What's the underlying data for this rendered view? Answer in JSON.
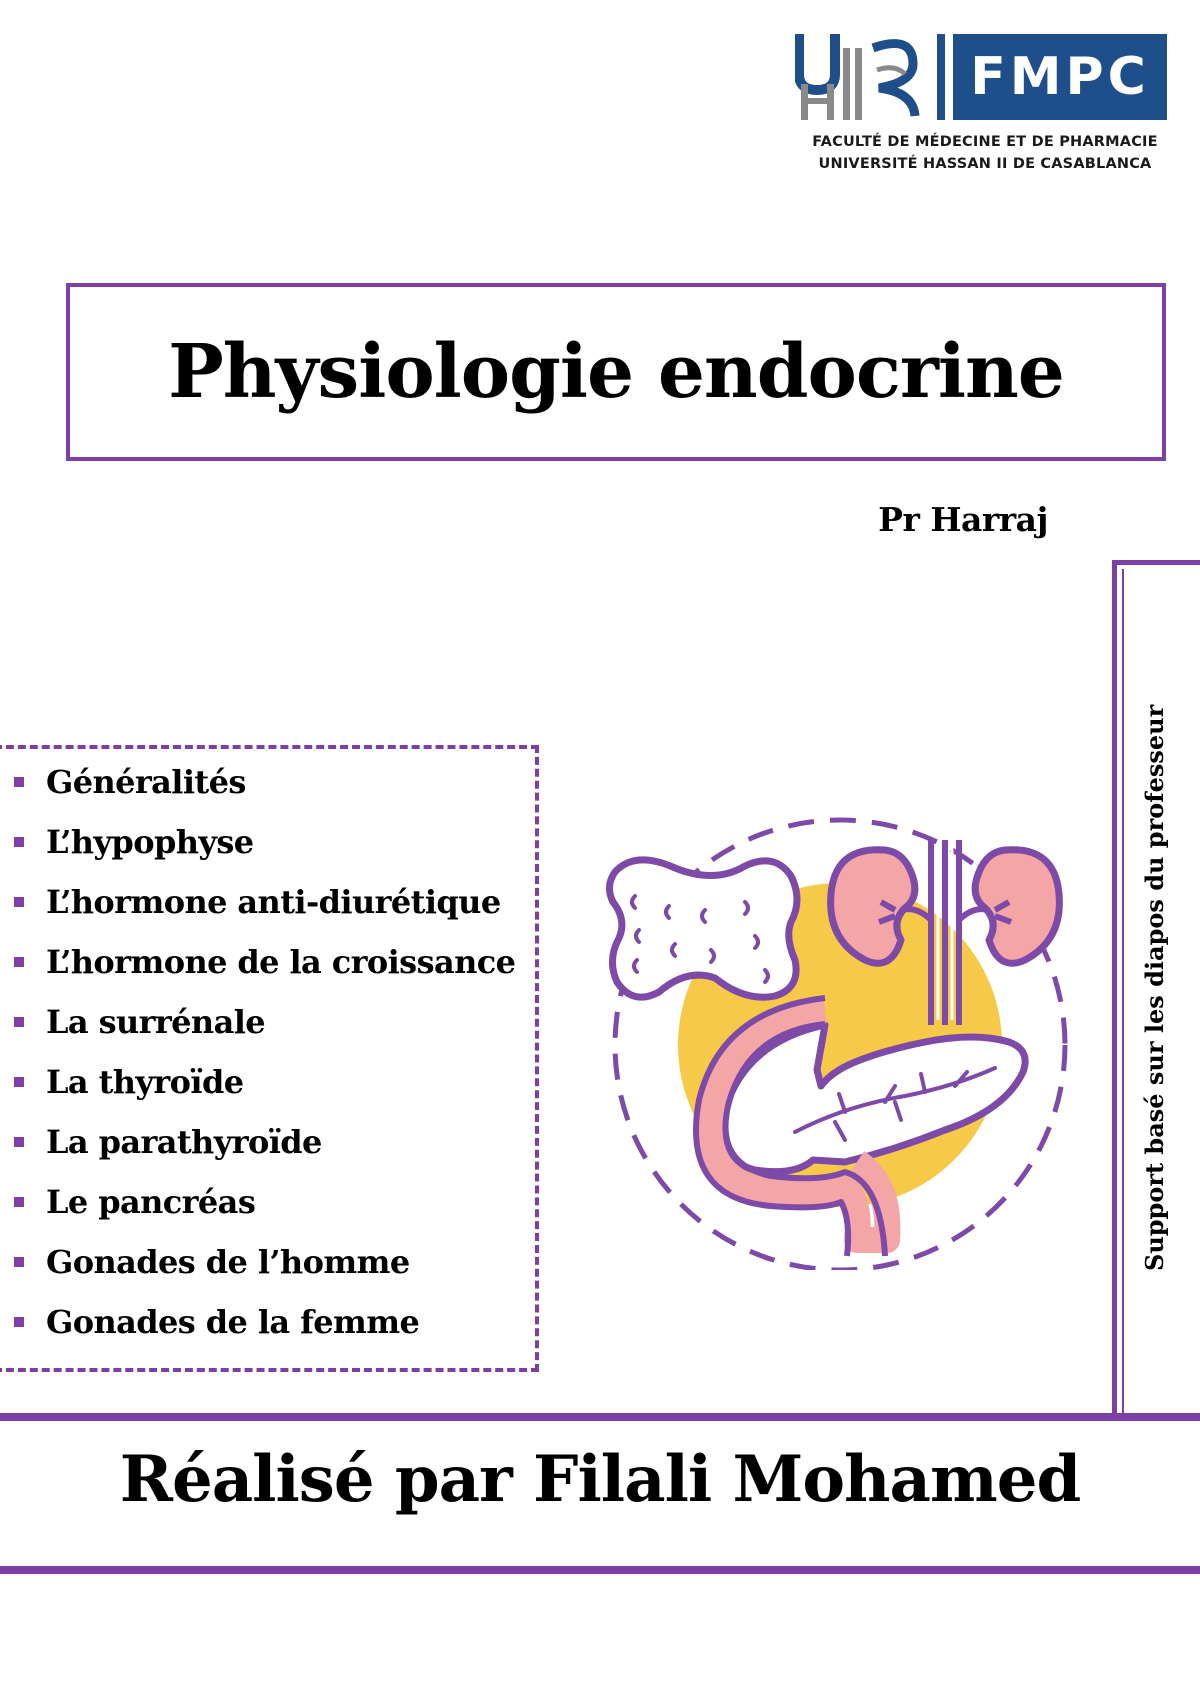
{
  "logo": {
    "brand": "FMPC",
    "faculty_line1": "FACULTÉ DE MÉDECINE ET DE PHARMACIE",
    "faculty_line2": "UNIVERSITÉ HASSAN II DE CASABLANCA"
  },
  "title": "Physiologie endocrine",
  "professor": "Pr Harraj",
  "side_note": "Support basé sur les diapos du professeur",
  "toc": [
    "Généralités",
    "L’hypophyse",
    "L’hormone anti-diurétique",
    "L’hormone de la croissance",
    "La surrénale",
    "La thyroïde",
    "La parathyroïde",
    "Le pancréas",
    "Gonades de l’homme",
    "Gonades de la femme"
  ],
  "author": "Réalisé par Filali Mohamed",
  "colors": {
    "accent": "#7d3fa6",
    "brand_blue": "#1f4f8a",
    "sun_yellow": "#f7c948",
    "organ_pink": "#f4a6a6",
    "organ_stroke": "#7e4aa8"
  }
}
